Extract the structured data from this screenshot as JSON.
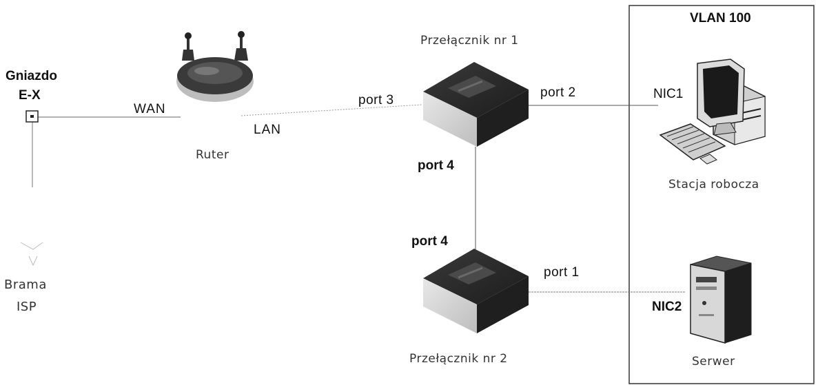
{
  "outlet": {
    "title": "Gniazdo",
    "code": "E-X"
  },
  "isp": {
    "line1": "Brama",
    "line2": "ISP"
  },
  "router": {
    "label": "Ruter",
    "wan": "WAN",
    "lan": "LAN"
  },
  "switch1": {
    "label": "Przełącznik nr 1",
    "port_left": "port 3",
    "port_right": "port 2",
    "port_down": "port 4"
  },
  "switch2": {
    "label": "Przełącznik nr 2",
    "port_up": "port 4",
    "port_right": "port 1"
  },
  "vlan": {
    "title": "VLAN 100"
  },
  "workstation": {
    "nic": "NIC1",
    "label": "Stacja robocza"
  },
  "server": {
    "nic": "NIC2",
    "label": "Serwer"
  },
  "colors": {
    "line": "#555555",
    "box": "#333333",
    "device_dark": "#2a2a2a",
    "device_light": "#d8d8d8"
  }
}
